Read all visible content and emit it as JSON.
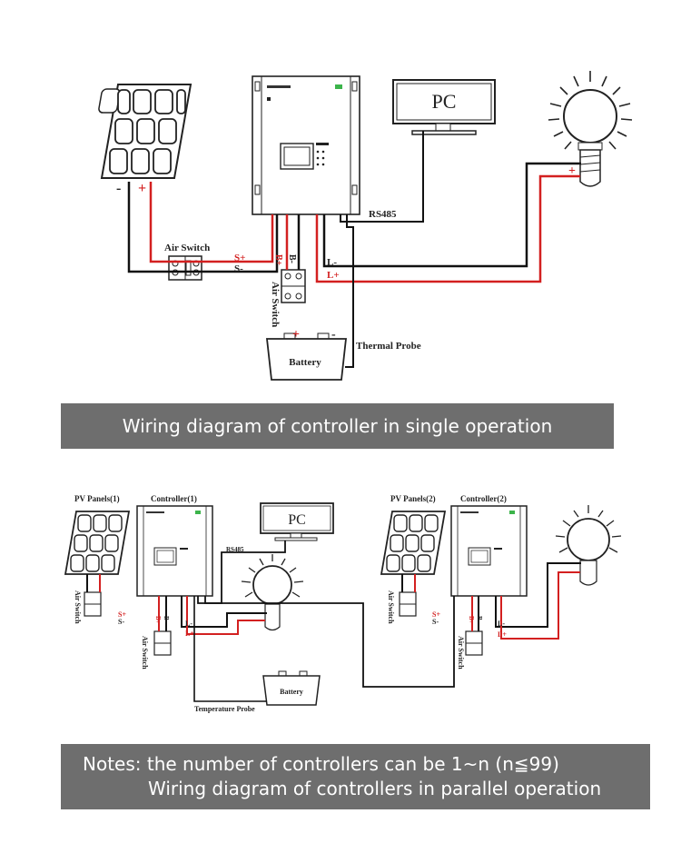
{
  "single": {
    "air_switch": "Air Switch",
    "air_switch_vertical": "Air Switch",
    "pc": "PC",
    "rs485": "RS485",
    "battery": "Battery",
    "thermal_probe": "Thermal Probe",
    "s_plus": "S+",
    "s_minus": "S-",
    "b_plus": "B+",
    "b_minus": "B-",
    "l_minus": "L-",
    "l_plus": "L+",
    "pv_plus": "+",
    "pv_minus": "-",
    "batt_plus": "+",
    "batt_minus": "-",
    "bulb_plus": "+",
    "banner": "Wiring diagram of controller in single operation"
  },
  "parallel": {
    "pv1": "PV Panels(1)",
    "ctrl1": "Controller(1)",
    "pv2": "PV Panels(2)",
    "ctrl2": "Controller(2)",
    "pc": "PC",
    "rs485": "RS485",
    "battery": "Battery",
    "temp_probe": "Temperature Probe",
    "air_switch": "Air Switch",
    "s_plus": "S+",
    "s_minus": "S-",
    "l_minus": "L-",
    "l_plus": "L+",
    "b_plus": "B+",
    "b_minus": "B-",
    "notes": "Notes: the number of controllers can be 1~n (n≦99)",
    "banner": "Wiring diagram of controllers in parallel operation"
  },
  "colors": {
    "wire_positive": "#d32020",
    "wire_negative": "#111111",
    "banner_bg": "#6e6e6e"
  }
}
